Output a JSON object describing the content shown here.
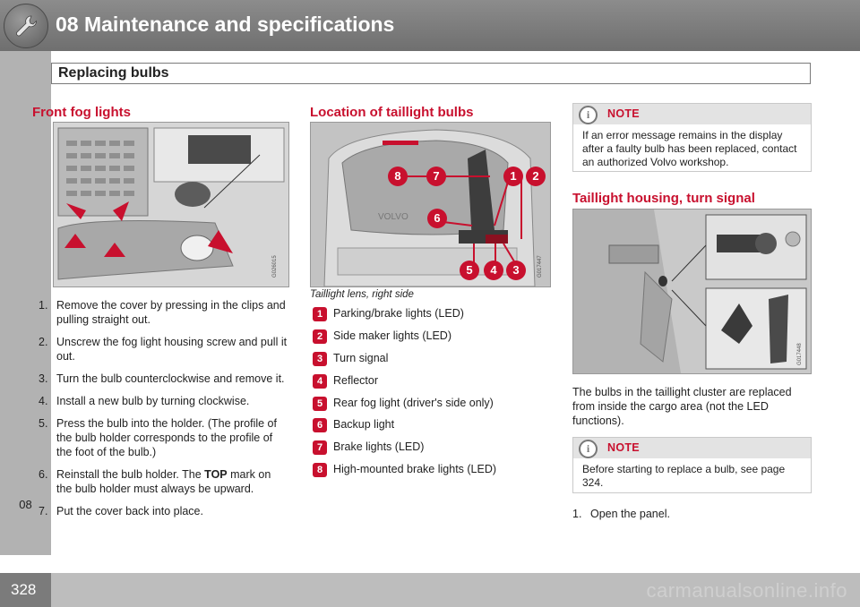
{
  "header": {
    "title": "08 Maintenance and specifications",
    "section": "Replacing bulbs",
    "chapter_tab": "08",
    "page_number": "328",
    "watermark": "carmanualsonline.info",
    "icon": "wrench-icon"
  },
  "fog": {
    "heading": "Front fog lights",
    "figure_code": "G026015",
    "steps": [
      {
        "num": "1.",
        "text": "Remove the cover by pressing in the clips and pulling straight out."
      },
      {
        "num": "2.",
        "text": "Unscrew the fog light housing screw and pull it out."
      },
      {
        "num": "3.",
        "text": "Turn the bulb counterclockwise and remove it."
      },
      {
        "num": "4.",
        "text": "Install a new bulb by turning clockwise."
      },
      {
        "num": "5.",
        "text": "Press the bulb into the holder. (The profile of the bulb holder corresponds to the profile of the foot of the bulb.)"
      },
      {
        "num": "6.",
        "text_before": "Reinstall the bulb holder. The ",
        "bold": "TOP",
        "text_after": " mark on the bulb holder must always be upward."
      },
      {
        "num": "7.",
        "text": "Put the cover back into place."
      }
    ]
  },
  "taillight": {
    "heading": "Location of taillight bulbs",
    "figure_code": "G017447",
    "caption": "Taillight lens, right side",
    "callouts": [
      "8",
      "7",
      "1",
      "2",
      "6",
      "5",
      "4",
      "3"
    ],
    "legend": [
      {
        "num": "1",
        "text": "Parking/brake lights (LED)"
      },
      {
        "num": "2",
        "text": "Side maker lights (LED)"
      },
      {
        "num": "3",
        "text": "Turn signal"
      },
      {
        "num": "4",
        "text": "Reflector"
      },
      {
        "num": "5",
        "text": "Rear fog light (driver's side only)"
      },
      {
        "num": "6",
        "text": "Backup light"
      },
      {
        "num": "7",
        "text": "Brake lights (LED)"
      },
      {
        "num": "8",
        "text": "High-mounted brake lights (LED)"
      }
    ]
  },
  "right": {
    "note1_label": "NOTE",
    "note1_text": "If an error message remains in the display after a faulty bulb has been replaced, contact an authorized Volvo workshop.",
    "heading": "Taillight housing, turn signal",
    "figure_code": "G017448",
    "para": "The bulbs in the taillight cluster are replaced from inside the cargo area (not the LED functions).",
    "note2_label": "NOTE",
    "note2_text": "Before starting to replace a bulb, see page 324.",
    "steps": [
      {
        "num": "1.",
        "text": "Open the panel."
      }
    ]
  },
  "colors": {
    "accent": "#c8102e",
    "header_bg": "#7d7d7d",
    "tab_bg": "#b2b2b2"
  }
}
